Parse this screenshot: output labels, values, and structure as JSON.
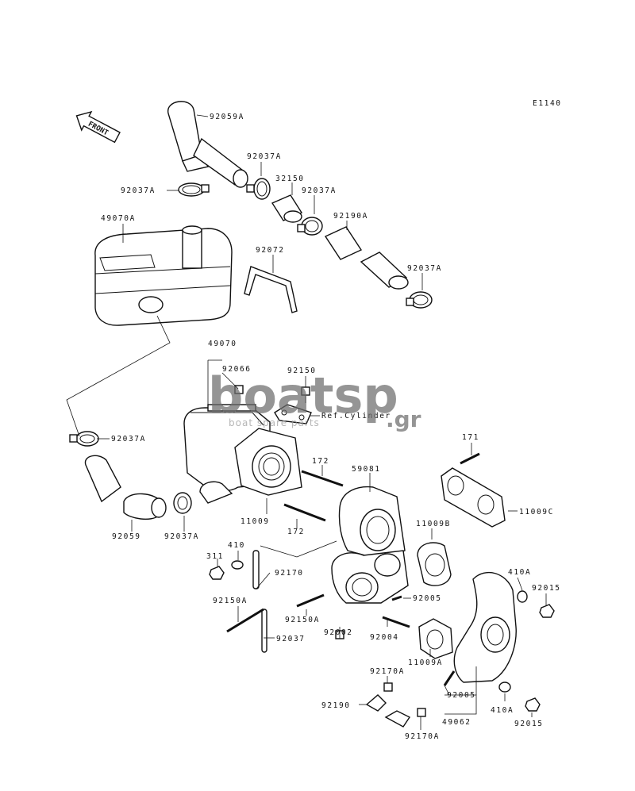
{
  "diagram_code": "E1140",
  "front_label": "FRONT",
  "watermark": {
    "brand": "boatsp",
    "domain": ".gr",
    "tagline": "boat spare parts"
  },
  "ref_label": "Ref.Cylinder",
  "parts": {
    "p92059A": "92059A",
    "p92037A_top": "92037A",
    "p92037A_left": "92037A",
    "p32150": "32150",
    "p92037A_mid": "92037A",
    "p92190A": "92190A",
    "p49070A": "49070A",
    "p92072": "92072",
    "p92037A_right": "92037A",
    "p49070": "49070",
    "p92066": "92066",
    "p92150": "92150",
    "p92037A_lower": "92037A",
    "p171": "171",
    "p172_a": "172",
    "p59081": "59081",
    "p11009C": "11009C",
    "p11009": "11009",
    "p172_b": "172",
    "p11009B": "11009B",
    "p92059": "92059",
    "p92037A_bottom": "92037A",
    "p311": "311",
    "p410": "410",
    "p92170": "92170",
    "p410A_top": "410A",
    "p92015_top": "92015",
    "p92005_a": "92005",
    "p92150A_left": "92150A",
    "p92150A_mid": "92150A",
    "p92002": "92002",
    "p92004": "92004",
    "p92037": "92037",
    "p11009A": "11009A",
    "p92170A_top": "92170A",
    "p92005_b": "92005",
    "p92190": "92190",
    "p49062": "49062",
    "p410A_bottom": "410A",
    "p92015_bottom": "92015",
    "p92170A_bottom": "92170A"
  }
}
